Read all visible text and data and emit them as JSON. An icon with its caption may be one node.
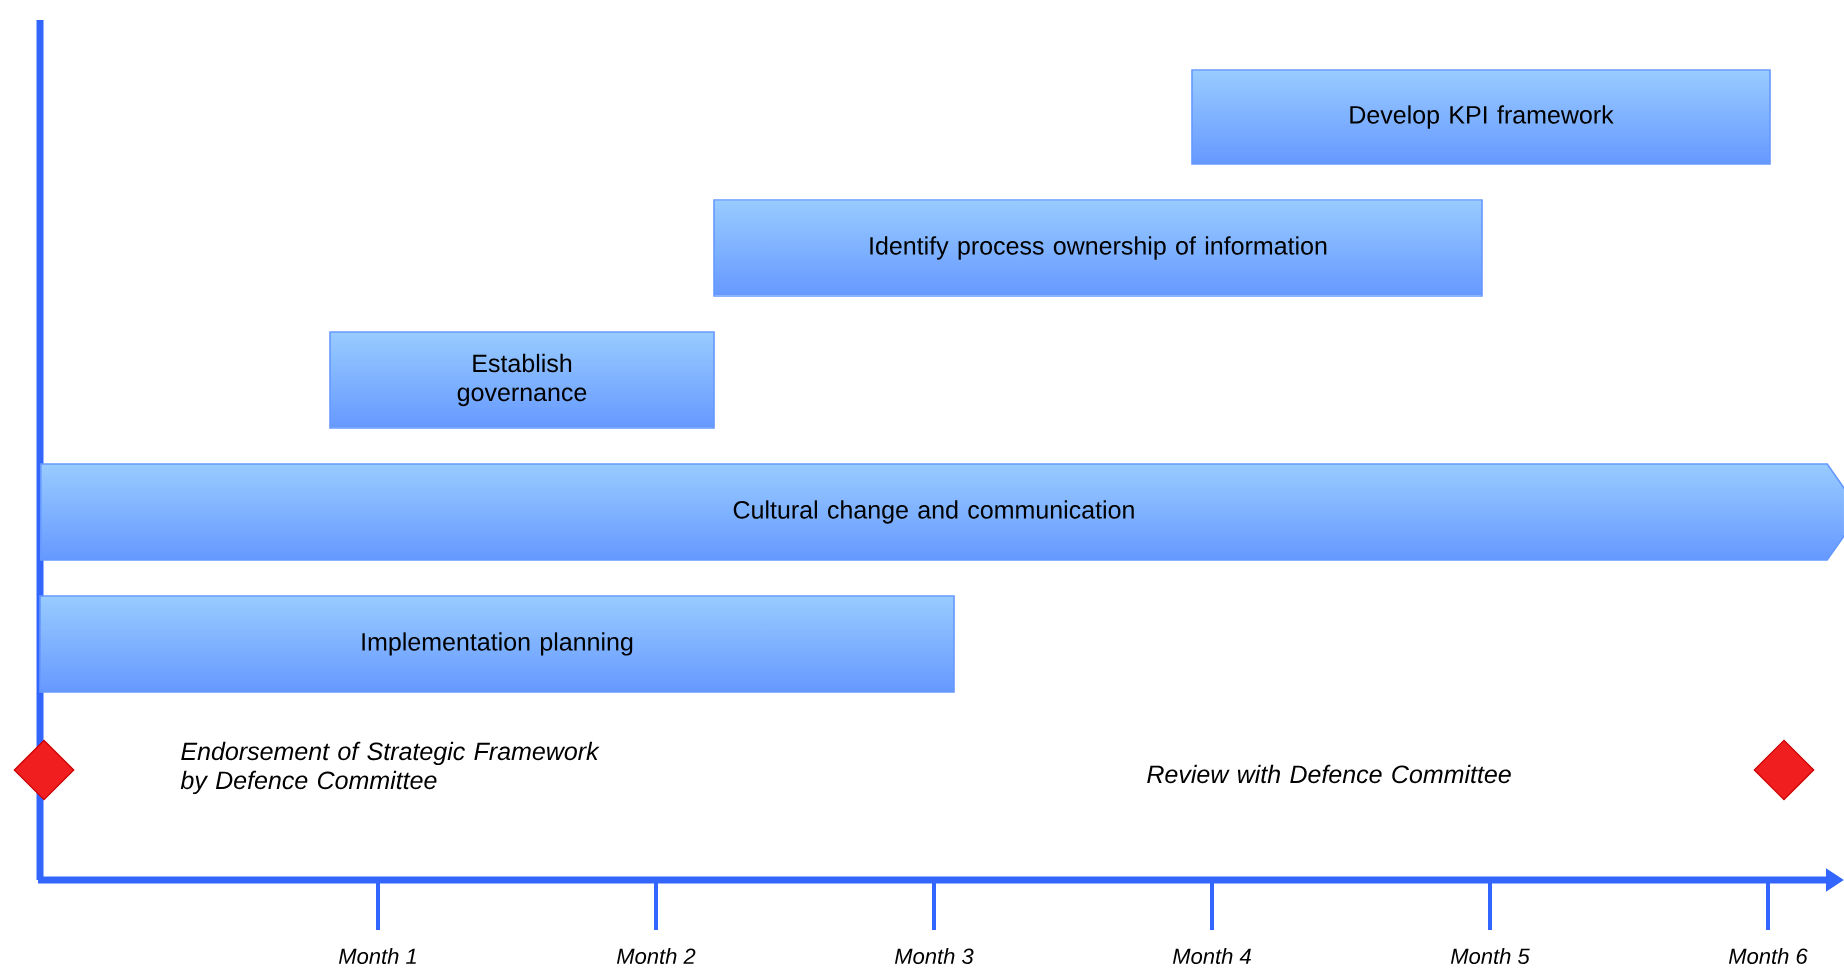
{
  "diagram": {
    "nodes": [
      {
        "text": [
          "Develop KPI framework"
        ]
      },
      {
        "text": [
          "Identify process ownership of information"
        ]
      },
      {
        "text": [
          "Establish governance"
        ]
      },
      {
        "text": [
          "Cultural change and communication"
        ]
      },
      {
        "text": [
          "Implementation planning"
        ]
      },
      {
        "text": [],
        "shape": "diamond"
      },
      {
        "text": [],
        "shape": "diamond"
      }
    ],
    "edges": [],
    "labels": [
      "Endorsement of Strategic Framework by Defence Committee",
      "Review with Defence Committee",
      "Month 1",
      "Month 2",
      "Month 3",
      "Month 4",
      "Month 5",
      "Month 6"
    ]
  }
}
